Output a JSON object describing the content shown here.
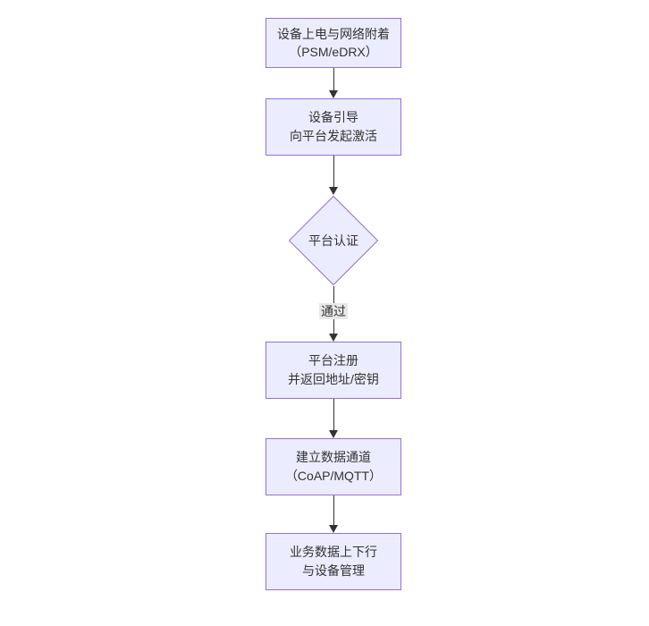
{
  "diagram": {
    "type": "flowchart",
    "direction": "top-down",
    "colors": {
      "background": "#ffffff",
      "node_fill": "#ECECFF",
      "node_border": "#9370DB",
      "edge_color": "#333333",
      "edge_label_bg": "#e8e8e8",
      "text_color": "#333333"
    },
    "nodes": [
      {
        "id": "power-attach",
        "shape": "rect",
        "lines": [
          "设备上电与网络附着",
          "（PSM/eDRX）"
        ]
      },
      {
        "id": "bootstrap",
        "shape": "rect",
        "lines": [
          "设备引导",
          "向平台发起激活"
        ]
      },
      {
        "id": "platform-auth",
        "shape": "diamond",
        "lines": [
          "平台认证"
        ]
      },
      {
        "id": "platform-register",
        "shape": "rect",
        "lines": [
          "平台注册",
          "并返回地址/密钥"
        ]
      },
      {
        "id": "data-channel",
        "shape": "rect",
        "lines": [
          "建立数据通道",
          "（CoAP/MQTT）"
        ]
      },
      {
        "id": "business-data",
        "shape": "rect",
        "lines": [
          "业务数据上下行",
          "与设备管理"
        ]
      }
    ],
    "edges": [
      {
        "from": "power-attach",
        "to": "bootstrap",
        "label": ""
      },
      {
        "from": "bootstrap",
        "to": "platform-auth",
        "label": ""
      },
      {
        "from": "platform-auth",
        "to": "platform-register",
        "label": "通过"
      },
      {
        "from": "platform-register",
        "to": "data-channel",
        "label": ""
      },
      {
        "from": "data-channel",
        "to": "business-data",
        "label": ""
      }
    ]
  }
}
